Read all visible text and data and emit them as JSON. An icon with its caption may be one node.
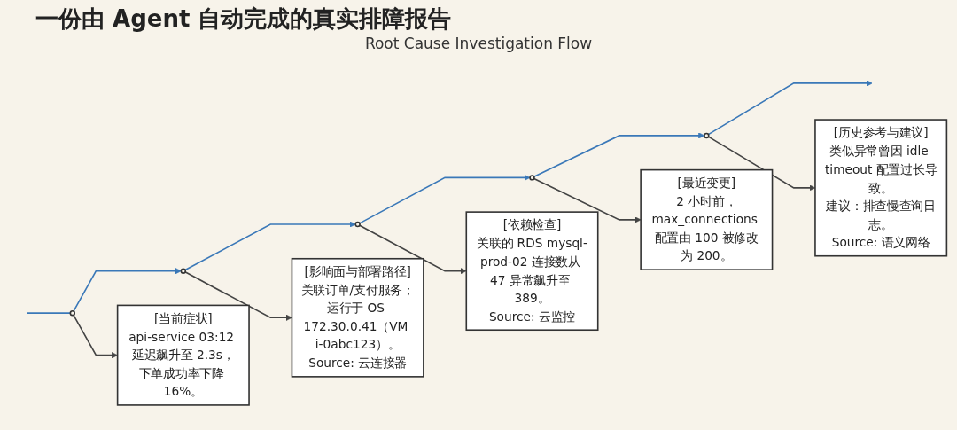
{
  "diagram": {
    "title": "一份由 Agent 自动完成的真实排障报告",
    "nodes": [
      {
        "text": [],
        "shape": "circle"
      },
      {
        "text": [],
        "shape": "circle"
      },
      {
        "text": [],
        "shape": "circle"
      },
      {
        "text": [],
        "shape": "circle"
      },
      {
        "text": [],
        "shape": "circle"
      },
      {
        "text": [
          "[当前症状]",
          "api-service 03:12 延迟飙升至 2.3s，下单成功率下降 16%。"
        ]
      },
      {
        "text": [
          "[影响面与部署路径]",
          "关联订单/支付服务；运行于 OS 172.30.0.41（VM i-0abc123）。",
          "Source: 云连接器"
        ]
      },
      {
        "text": [
          "[依赖检查]",
          "关联的 RDS mysql-prod-02 连接数从 47 异常飙升至 389。",
          "Source: 云监控"
        ]
      },
      {
        "text": [
          "[最近变更]",
          "2 小时前，max_connections 配置由 100 被修改为 200。"
        ]
      },
      {
        "text": [
          "[历史参考与建议]",
          "类似异常曾因 idle timeout 配置过长导致。",
          "建议：排查慢查询日志。",
          "Source: 语义网络"
        ]
      }
    ],
    "edges": [
      {
        "from": null,
        "to": 0,
        "arrow": "none"
      },
      {
        "from": 0,
        "to": 1,
        "arrow": "to"
      },
      {
        "from": 1,
        "to": 2,
        "arrow": "to"
      },
      {
        "from": 2,
        "to": 3,
        "arrow": "to"
      },
      {
        "from": 3,
        "to": 4,
        "arrow": "to"
      },
      {
        "from": 4,
        "to": null,
        "arrow": "to"
      },
      {
        "from": 0,
        "to": 5,
        "arrow": "to",
        "color": "#444444"
      },
      {
        "from": 1,
        "to": 6,
        "arrow": "to",
        "color": "#444444"
      },
      {
        "from": 2,
        "to": 7,
        "arrow": "to",
        "color": "#444444"
      },
      {
        "from": 3,
        "to": 8,
        "arrow": "to",
        "color": "#444444"
      },
      {
        "from": 4,
        "to": 9,
        "arrow": "to",
        "color": "#444444"
      }
    ],
    "labels": [
      "Root Cause Investigation Flow"
    ]
  }
}
